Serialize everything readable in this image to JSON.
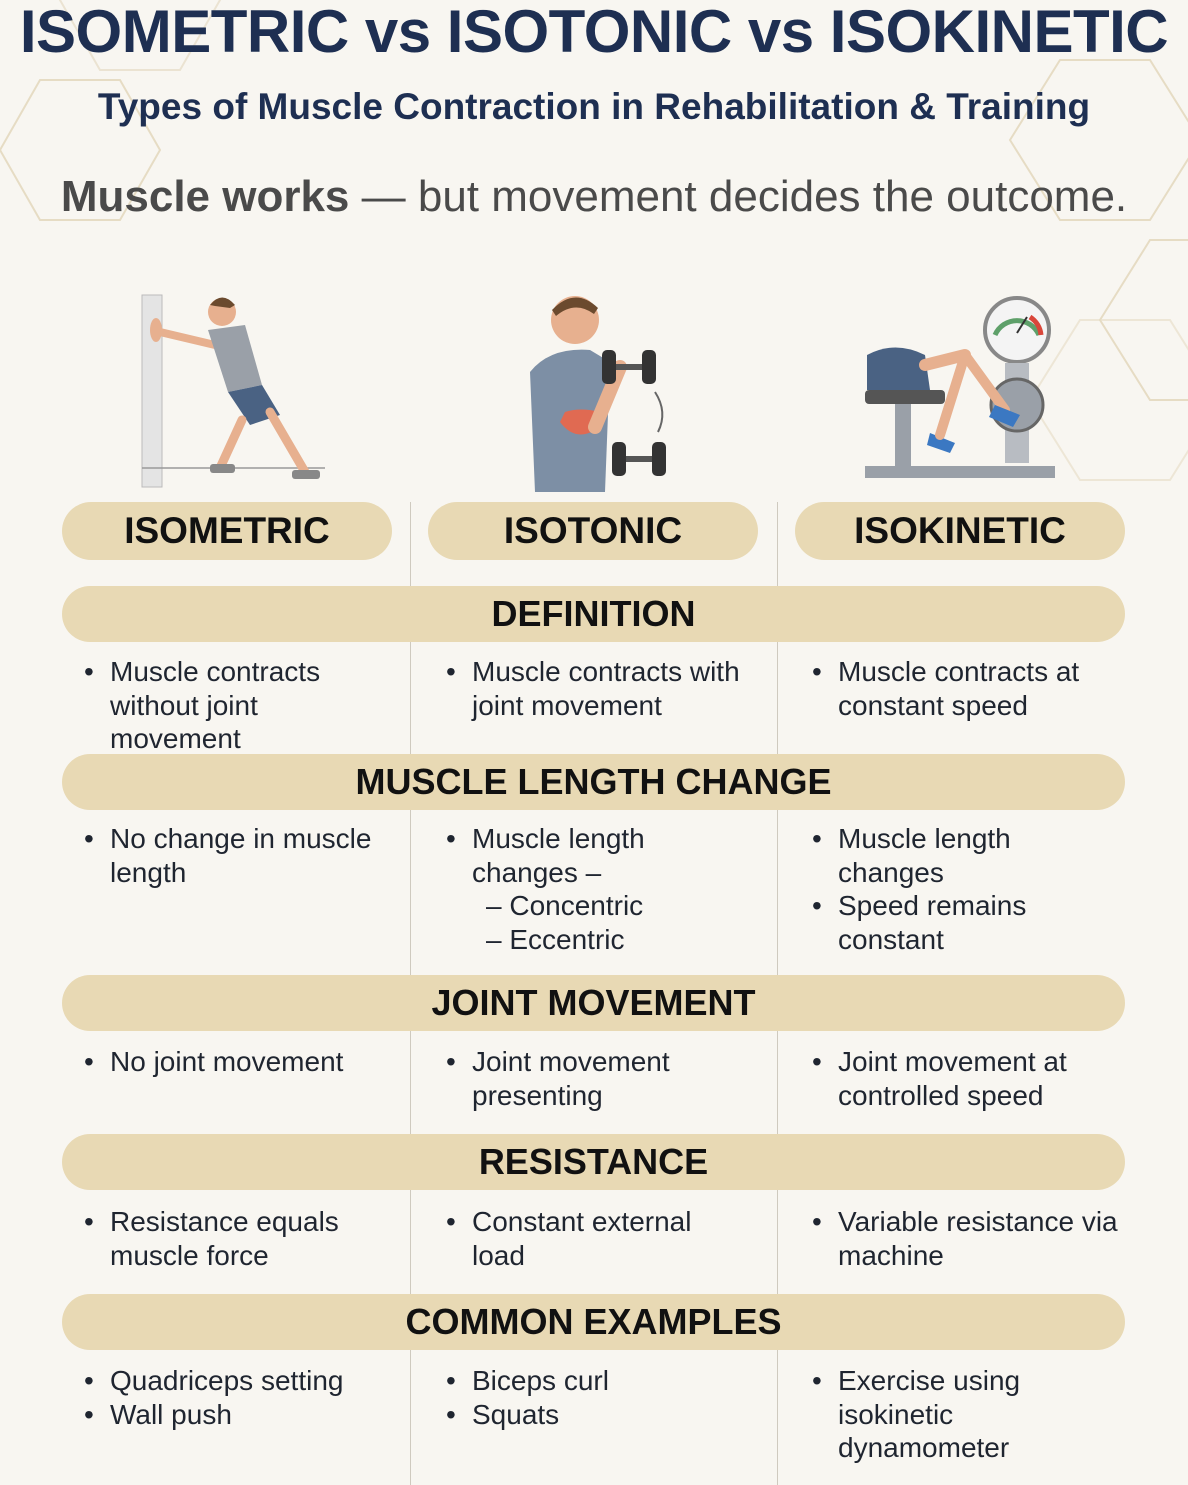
{
  "header": {
    "title": "ISOMETRIC vs ISOTONIC vs ISOKINETIC",
    "subtitle": "Types of Muscle Contraction in Rehabilitation & Training",
    "tagline_bold": "Muscle works",
    "tagline_rest": " — but movement decides the outcome."
  },
  "columns": [
    "ISOMETRIC",
    "ISOTONIC",
    "ISOKINETIC"
  ],
  "illustrations": [
    "wall-push-figure",
    "biceps-curl-figure",
    "isokinetic-machine-figure"
  ],
  "colors": {
    "navy": "#1e2f52",
    "pill": "#e8d9b4",
    "background": "#f8f6f1"
  },
  "sections": [
    {
      "title": "DEFINITION",
      "cells": [
        [
          "Muscle contracts without joint movement"
        ],
        [
          "Muscle contracts with joint movement"
        ],
        [
          "Muscle contracts at constant speed"
        ]
      ]
    },
    {
      "title": "MUSCLE LENGTH CHANGE",
      "cells": [
        [
          "No change in muscle length"
        ],
        [
          "Muscle length changes –",
          "– Concentric",
          "– Eccentric"
        ],
        [
          "Muscle length changes",
          "Speed remains constant"
        ]
      ]
    },
    {
      "title": "JOINT MOVEMENT",
      "cells": [
        [
          "No joint movement"
        ],
        [
          "Joint movement presenting"
        ],
        [
          "Joint movement at controlled speed"
        ]
      ]
    },
    {
      "title": "RESISTANCE",
      "cells": [
        [
          "Resistance equals muscle force"
        ],
        [
          "Constant external load"
        ],
        [
          "Variable resistance via machine"
        ]
      ]
    },
    {
      "title": "COMMON EXAMPLES",
      "cells": [
        [
          "Quadriceps setting",
          "Wall push"
        ],
        [
          "Biceps curl",
          "Squats"
        ],
        [
          "Exercise using isokinetic dynamometer"
        ]
      ]
    }
  ]
}
